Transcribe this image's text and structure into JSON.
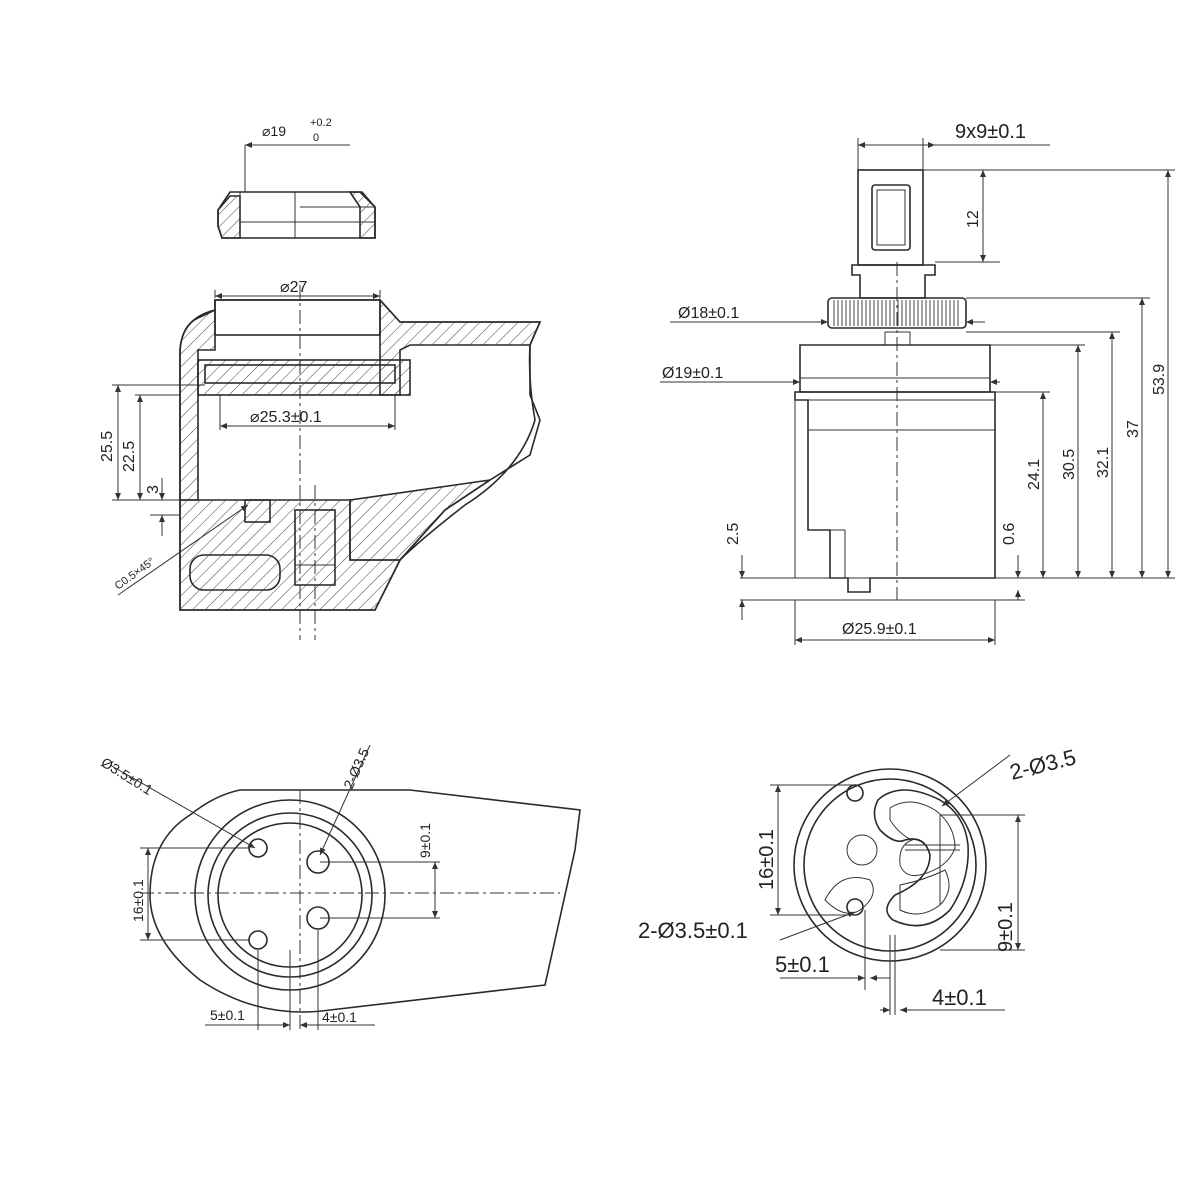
{
  "view_top_left": {
    "d_19_label": "⌀19",
    "tol_upper": "+0.2",
    "tol_lower": "0",
    "d_27": "⌀27",
    "d_25_3": "⌀25.3±0.1",
    "h_25_5": "25.5",
    "h_22_5": "22.5",
    "h_3": "3",
    "chamfer": "C0.5×45°"
  },
  "view_top_right": {
    "stem_9x9": "9x9±0.1",
    "stem_12": "12",
    "d_18": "Ø18±0.1",
    "d_19": "Ø19±0.1",
    "h_53_9": "53.9",
    "h_37": "37",
    "h_32_1": "32.1",
    "h_30_5": "30.5",
    "h_24_1": "24.1",
    "h_0_6": "0.6",
    "h_2_5": "2.5",
    "d_25_9": "Ø25.9±0.1"
  },
  "view_bottom_left": {
    "hole_d": "Ø3.5±0.1",
    "hole_2": "2-Ø3.5",
    "h_9": "9±0.1",
    "h_16": "16±0.1",
    "w_5": "5±0.1",
    "w_4": "4±0.1"
  },
  "view_bottom_right": {
    "hole_2": "2-Ø3.5",
    "hole_2_tol": "2-Ø3.5±0.1",
    "h_16": "16±0.1",
    "h_9": "9±0.1",
    "w_5": "5±0.1",
    "w_4": "4±0.1"
  }
}
